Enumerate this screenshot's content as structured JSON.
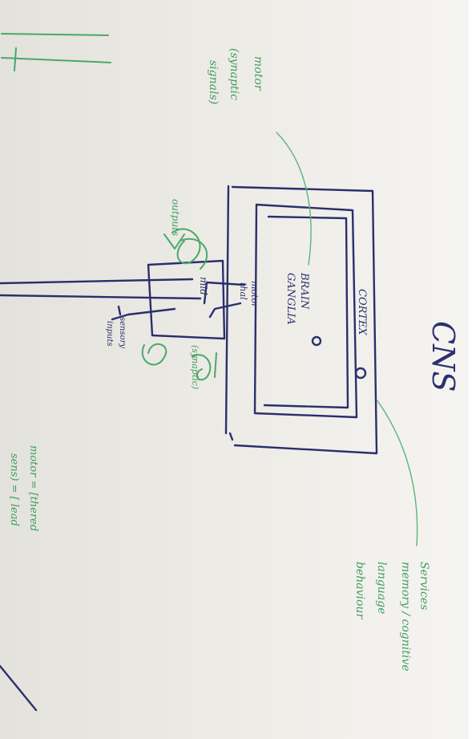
{
  "labels": {
    "cns": "CNS",
    "cortex": "CORTEX",
    "brain_region": "BRAIN",
    "ganglia": "GANGLIA",
    "outputs": "outputs",
    "inputs_label": "inputs",
    "sensory": "sensory",
    "motor": "motor",
    "mid": "mid",
    "mid_note": "(synaptic)",
    "thalamus": "thal",
    "hyp_left_1": "motor",
    "hyp_left_2": "(synaptic",
    "hyp_left_3": "signals)",
    "services_1": "Services",
    "services_2": "memory / cognitive",
    "services_3": "language",
    "services_4": "behaviour",
    "legend_1": "motor = [thered",
    "legend_2": "sens) = [ lead"
  },
  "colors": {
    "paper": "#edebe6",
    "navy_ink": "#2a2f6e",
    "green_ink": "#4aa86a"
  }
}
